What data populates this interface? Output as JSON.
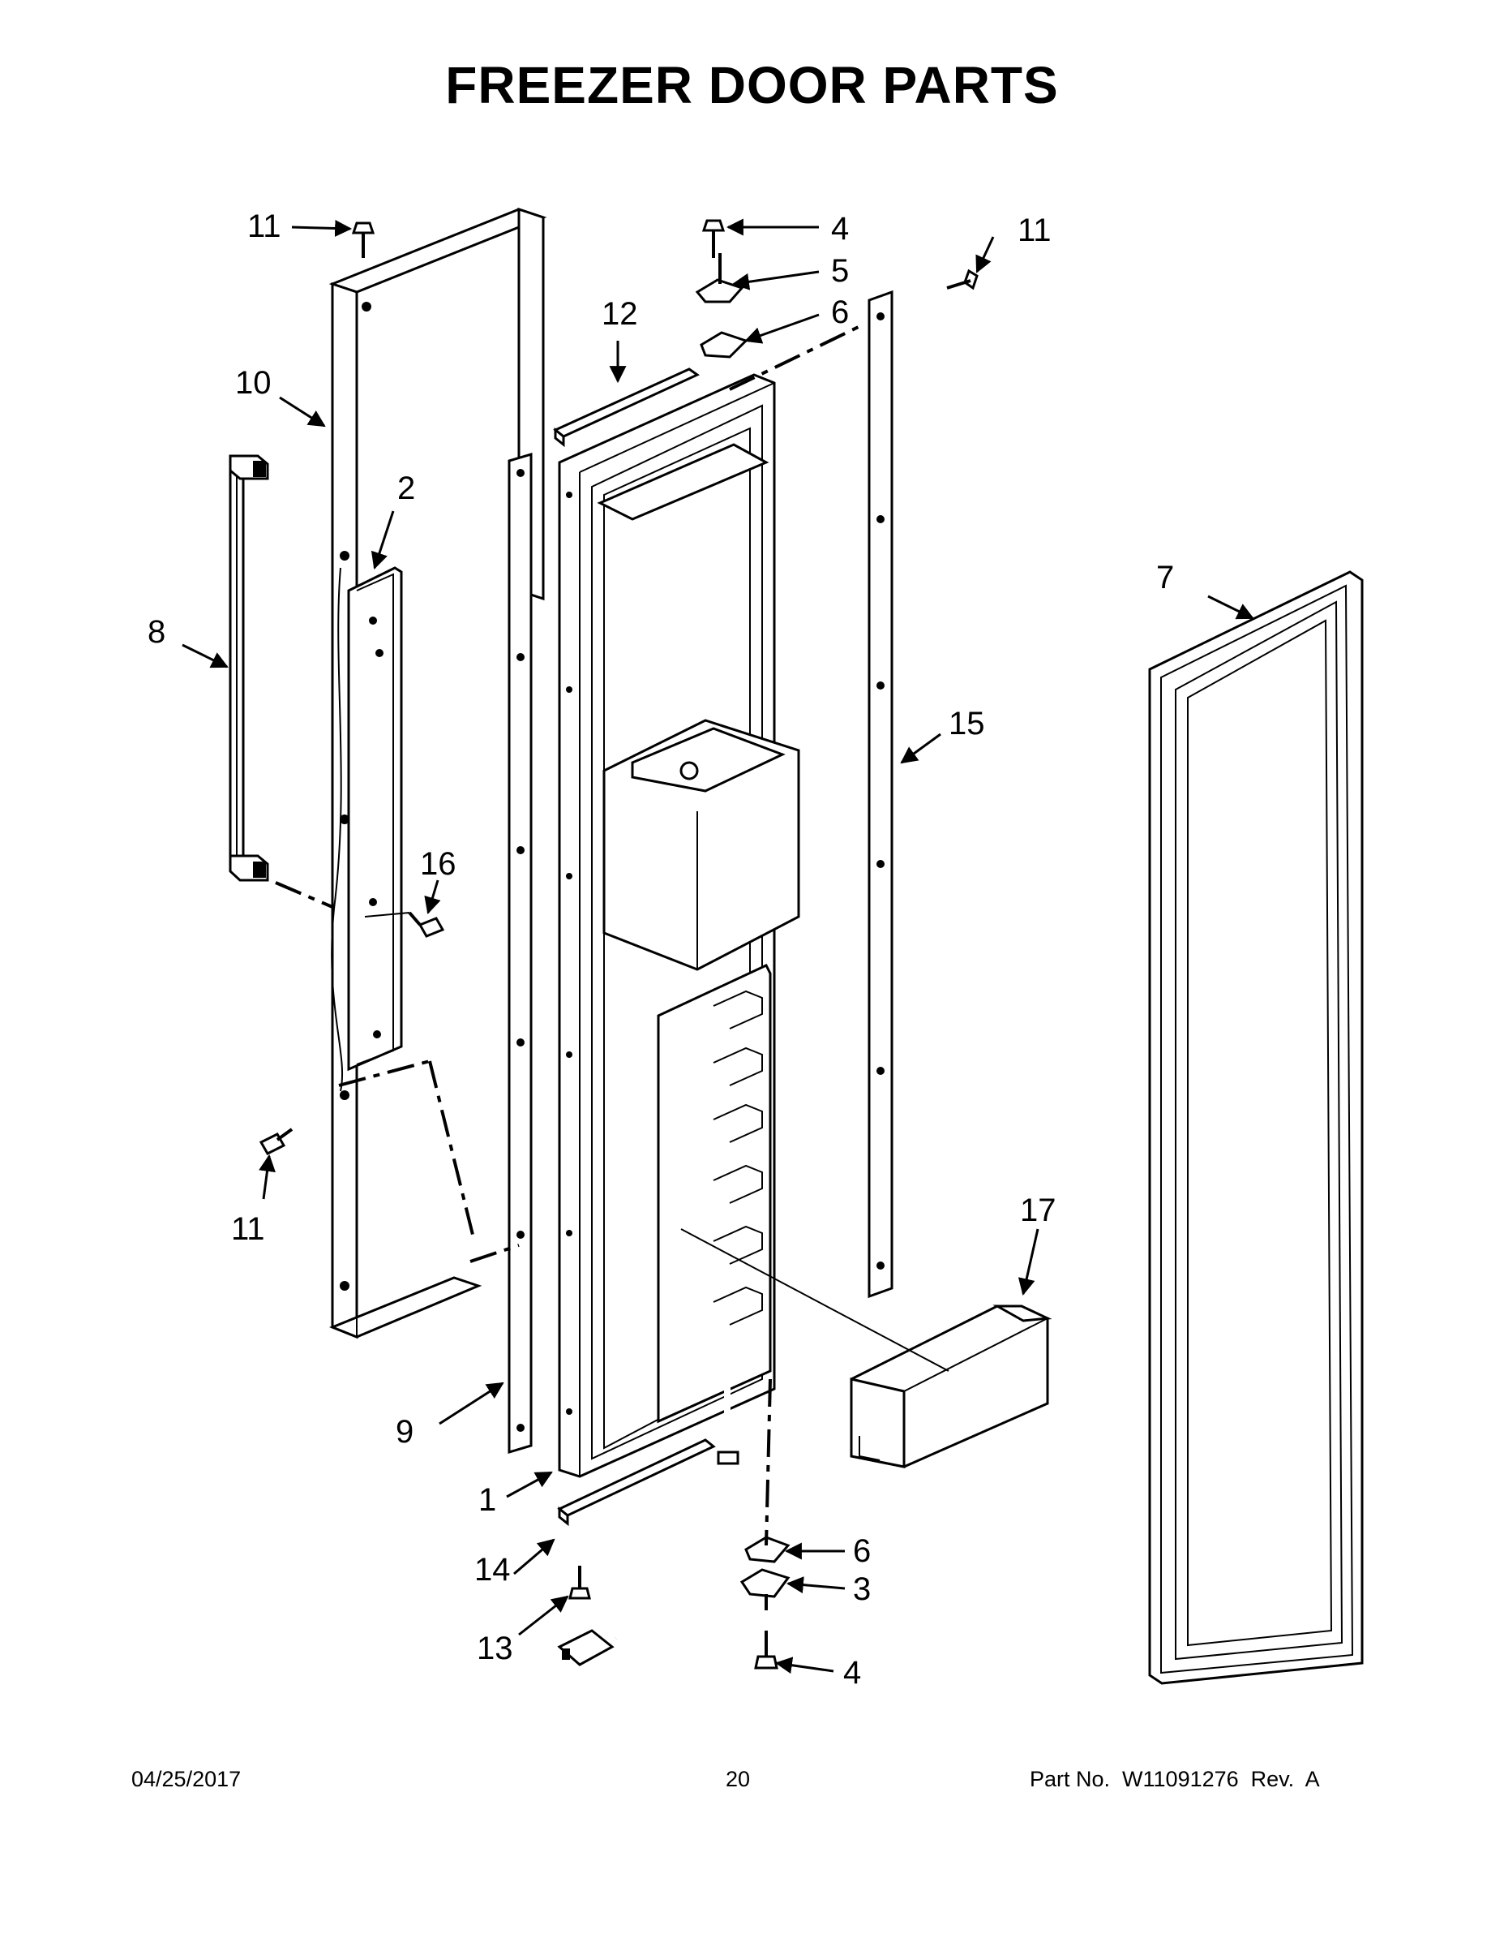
{
  "title": "FREEZER DOOR PARTS",
  "callouts": {
    "c1": "1",
    "c2": "2",
    "c3": "3",
    "c4a": "4",
    "c4b": "4",
    "c5": "5",
    "c6a": "6",
    "c6b": "6",
    "c7": "7",
    "c8": "8",
    "c9": "9",
    "c10": "10",
    "c11a": "11",
    "c11b": "11",
    "c11c": "11",
    "c12": "12",
    "c13": "13",
    "c14": "14",
    "c15": "15",
    "c16": "16",
    "c17": "17"
  },
  "footer": {
    "date": "04/25/2017",
    "page": "20",
    "part_no": "Part No.  W11091276  Rev.  A"
  }
}
